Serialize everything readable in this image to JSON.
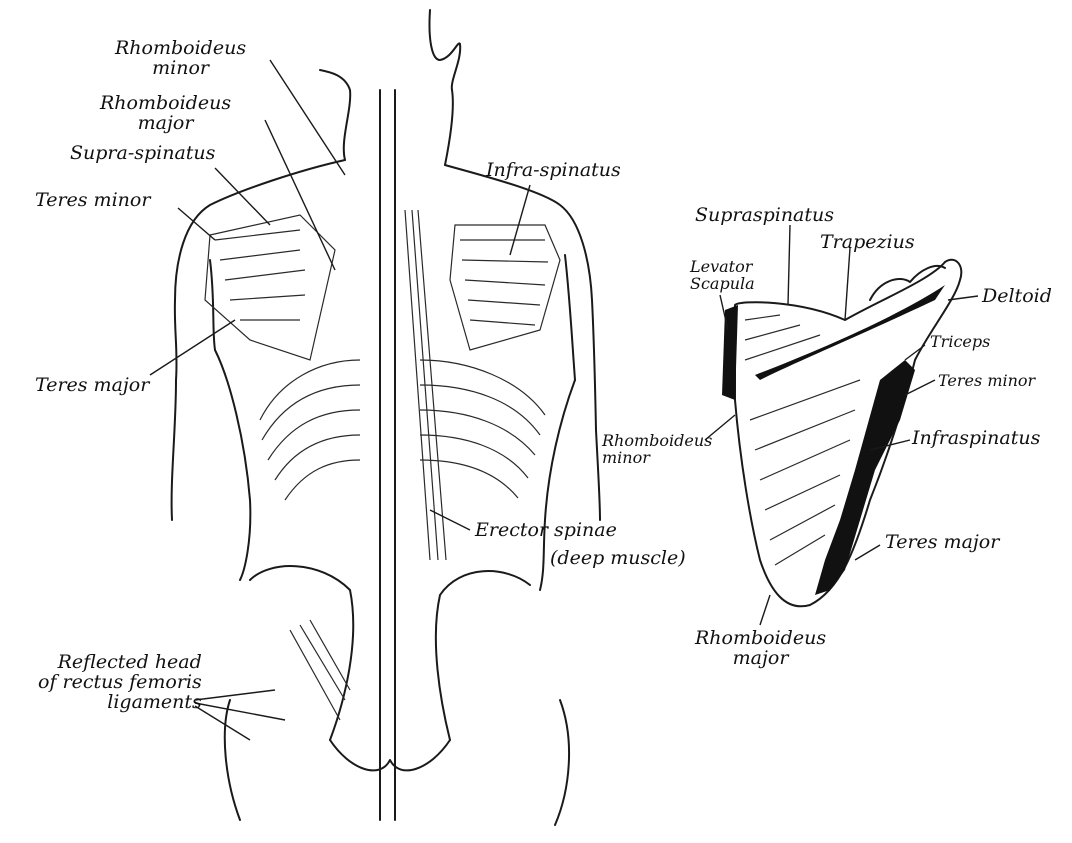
{
  "labels": {
    "rhomboideus_minor_top": "Rhomboideus\nminor",
    "rhomboideus_major_top": "Rhomboideus\nmajor",
    "supra_spinatus": "Supra-spinatus",
    "teres_minor_left": "Teres minor",
    "infra_spinatus_top": "Infra-spinatus",
    "teres_major_left": "Teres major",
    "erector_spinae": "Erector spinae",
    "deep_muscle": "(deep muscle)",
    "reflected_head": "Reflected head\nof rectus femoris\nligaments",
    "supraspinatus_right": "Supraspinatus",
    "trapezius": "Trapezius",
    "levator_scapula": "Levator\nScapula",
    "deltoid": "Deltoid",
    "triceps": "Triceps",
    "teres_minor_right": "Teres minor",
    "infraspinatus_right": "Infraspinatus",
    "rhomboideus_minor_right": "Rhomboideus\nminor",
    "teres_major_right": "Teres major",
    "rhomboideus_major_right": "Rhomboideus\nmajor"
  },
  "colors": {
    "ink": "#1a1a1a",
    "background": "#ffffff",
    "fill_dark": "#111111"
  }
}
